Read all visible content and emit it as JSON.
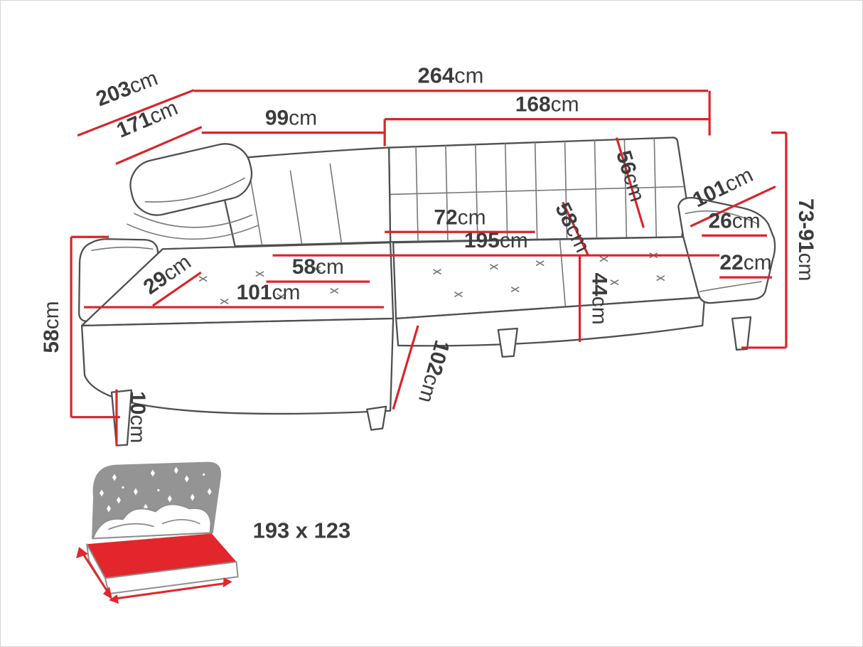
{
  "colors": {
    "dimension": "#d9252b",
    "outline": "#4f4f4f",
    "text": "#3c3c3c",
    "bed-gray": "#949494",
    "bed-red": "#e2262c"
  },
  "dimensions": {
    "overall_width": {
      "num": "264",
      "unit": "cm"
    },
    "total_depth": {
      "num": "203",
      "unit": "cm"
    },
    "inner_depth": {
      "num": "171",
      "unit": "cm"
    },
    "back_left_width": {
      "num": "99",
      "unit": "cm"
    },
    "back_right_width": {
      "num": "168",
      "unit": "cm"
    },
    "backrest_height": {
      "num": "56",
      "unit": "cm"
    },
    "armrest_depth": {
      "num": "101",
      "unit": "cm"
    },
    "armrest_top_width": {
      "num": "26",
      "unit": "cm"
    },
    "back_height_range": {
      "num": "73-91",
      "unit": "cm"
    },
    "back_cushion_width": {
      "num": "72",
      "unit": "cm"
    },
    "back_cushion_height": {
      "num": "58",
      "unit": "cm"
    },
    "seat_width": {
      "num": "195",
      "unit": "cm"
    },
    "armrest_front_width": {
      "num": "22",
      "unit": "cm"
    },
    "seat_front_height": {
      "num": "44",
      "unit": "cm"
    },
    "chaise_cushion_width": {
      "num": "58",
      "unit": "cm"
    },
    "corner_width": {
      "num": "29",
      "unit": "cm"
    },
    "chaise_width": {
      "num": "101",
      "unit": "cm"
    },
    "side_height": {
      "num": "58",
      "unit": "cm"
    },
    "chaise_front_height": {
      "num": "102",
      "unit": "cm"
    },
    "leg_height": {
      "num": "10",
      "unit": "cm"
    }
  },
  "sleeping_area": {
    "label": "193 x 123"
  }
}
